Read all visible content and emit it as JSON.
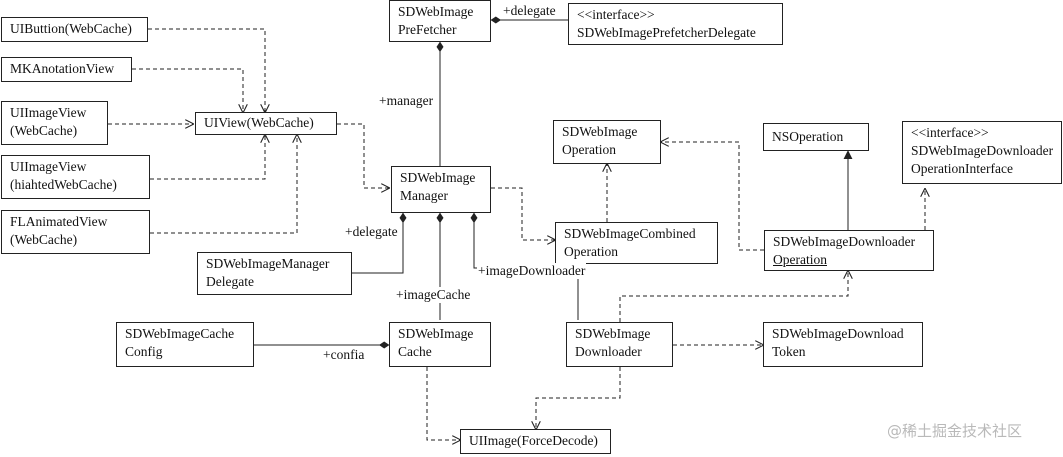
{
  "classes": {
    "uibutton": [
      "UIButtion(WebCache)"
    ],
    "mkannotation": [
      "MKAnotationView"
    ],
    "uiimageview": [
      "UIImageView",
      "(WebCache)"
    ],
    "uiimageview_h": [
      "UIImageView",
      "(hiahtedWebCache)"
    ],
    "flanimated": [
      "FLAnimatedView",
      "(WebCache)"
    ],
    "uiview": [
      "UIView(WebCache)"
    ],
    "prefetcher": [
      "SDWebImage",
      "PreFetcher"
    ],
    "prefetcher_delegate": [
      "<<interface>>",
      "SDWebImagePrefetcherDelegate"
    ],
    "manager": [
      "SDWebImage",
      "Manager"
    ],
    "manager_delegate": [
      "SDWebImageManager",
      "Delegate"
    ],
    "operation": [
      "SDWebImage",
      "Operation"
    ],
    "combined_op": [
      "SDWebImageCombined",
      "Operation"
    ],
    "nsoperation": [
      "NSOperation"
    ],
    "op_interface": [
      "<<interface>>",
      "SDWebImageDownloader",
      "OperationInterface"
    ],
    "downloader_op": [
      "SDWebImageDownloader",
      "Operation"
    ],
    "cache_config": [
      "SDWebImageCache",
      "Config"
    ],
    "cache": [
      "SDWebImage",
      "Cache"
    ],
    "downloader": [
      "SDWebImage",
      "Downloader"
    ],
    "download_token": [
      "SDWebImageDownload",
      "Token"
    ],
    "uiimage": [
      "UIImage(ForceDecode)"
    ]
  },
  "labels": {
    "delegate_top": "+delegate",
    "manager": "+manager",
    "delegate_left": "+delegate",
    "image_downloader": "+imageDownloader",
    "image_cache": "+imageCache",
    "config": "+confia"
  },
  "watermark": "@稀土掘金技术社区",
  "colors": {
    "line": "#222222",
    "watermark": "#b9b9b9"
  }
}
